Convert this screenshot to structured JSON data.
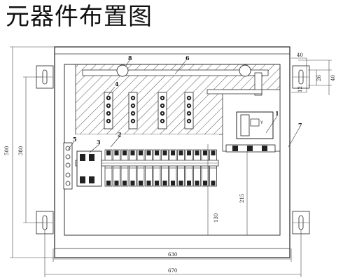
{
  "title": "元器件布置图",
  "dimensions": {
    "total_height": "500",
    "inner_height": "380",
    "inner_width": "630",
    "total_width": "670",
    "mount_hole_width": "40",
    "mount_tab_height": "40",
    "tab_slot_height": "26",
    "tab_slot_width": "12",
    "dim_130": "130",
    "dim_215": "215"
  },
  "callouts": [
    "1",
    "2",
    "3",
    "4",
    "5",
    "6",
    "7",
    "8"
  ],
  "breaker_text": "Y"
}
